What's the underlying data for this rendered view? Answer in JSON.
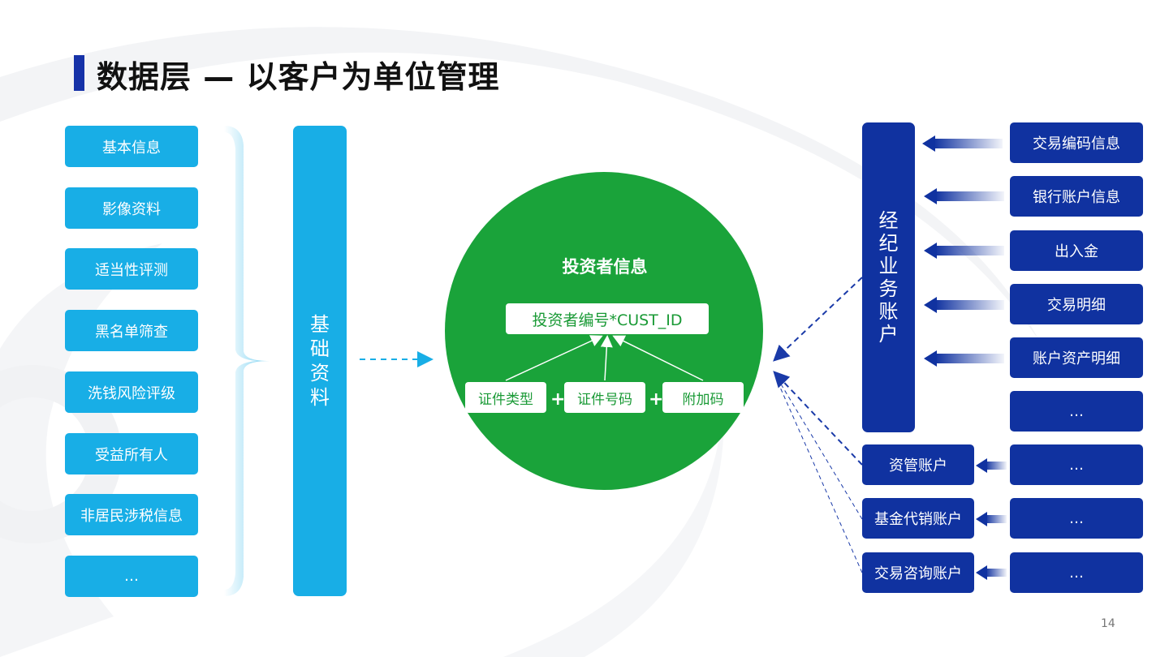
{
  "title": "数据层 — 以客户为单位管理",
  "left_items": [
    "基本信息",
    "影像资料",
    "适当性评测",
    "黑名单筛查",
    "洗钱风险评级",
    "受益所有人",
    "非居民涉税信息",
    "…"
  ],
  "basic_data_chars": [
    "基",
    "础",
    "资",
    "料"
  ],
  "center": {
    "title": "投资者信息",
    "id_label": "投资者编号*CUST_ID",
    "components": [
      "证件类型",
      "证件号码",
      "附加码"
    ],
    "plus": "+"
  },
  "brokerage_chars": [
    "经",
    "纪",
    "业",
    "务",
    "账",
    "户"
  ],
  "accounts": [
    "资管账户",
    "基金代销账户",
    "交易咨询账户"
  ],
  "right_items": [
    "交易编码信息",
    "银行账户信息",
    "出入金",
    "交易明细",
    "账户资产明细",
    "…",
    "…",
    "…",
    "…"
  ],
  "page_number": "14",
  "colors": {
    "light_blue": "#18aee6",
    "green": "#1aa33a",
    "dark_blue": "#1032a0",
    "title_accent": "#1632a8"
  }
}
